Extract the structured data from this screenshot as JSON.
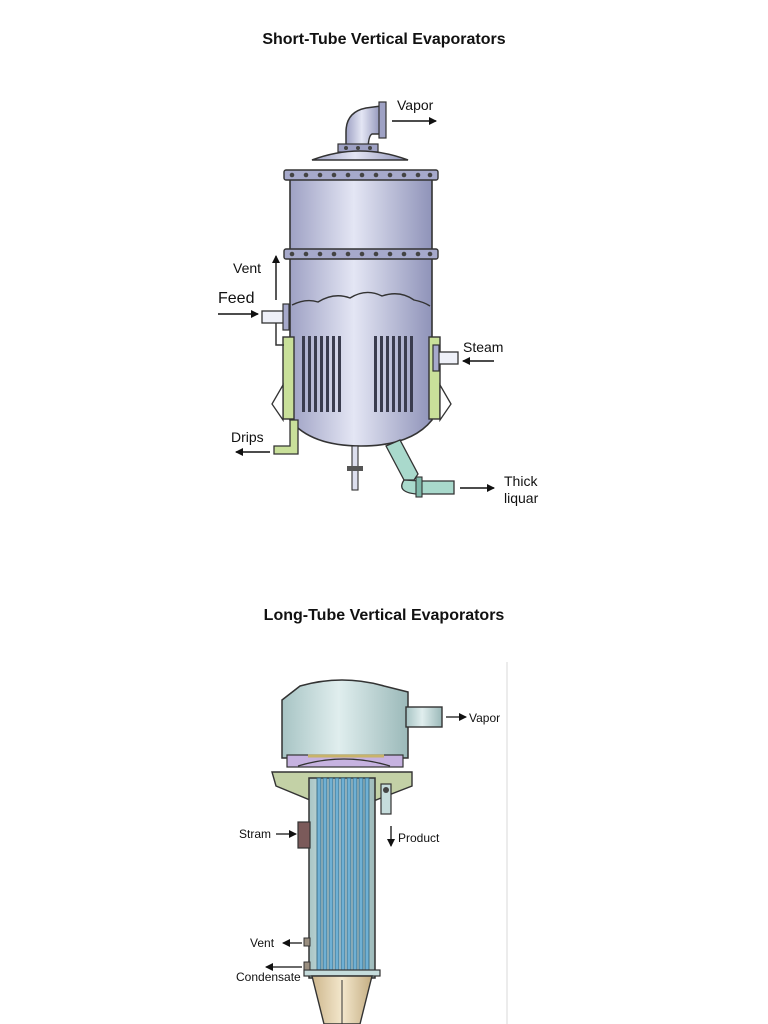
{
  "short_tube": {
    "title": "Short-Tube Vertical Evaporators",
    "labels": {
      "vapor": "Vapor",
      "vent": "Vent",
      "feed": "Feed",
      "steam": "Steam",
      "drips": "Drips",
      "thick": "Thick",
      "liquar": "liquar"
    }
  },
  "long_tube": {
    "title": "Long-Tube Vertical Evaporators",
    "labels": {
      "vapor": "Vapor",
      "stram": "Stram",
      "product": "Product",
      "vent": "Vent",
      "condensate": "Condensate"
    }
  },
  "colors": {
    "shell": "#b9bcd9",
    "jacket": "#c9e09a",
    "outlet_pipe": "#a9d9cc",
    "long_shell": "#c5dcdc",
    "tubes": "#6fb0d4",
    "base": "#e2cfa8"
  }
}
